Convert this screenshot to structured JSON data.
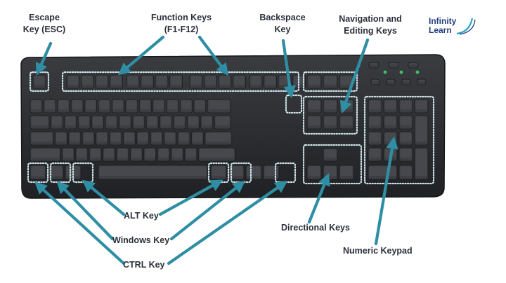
{
  "labels": {
    "escape": {
      "line1": "Escape",
      "line2": "Key (ESC)"
    },
    "function": {
      "line1": "Function Keys",
      "line2": "(F1-F12)"
    },
    "backspace": {
      "line1": "Backspace",
      "line2": "Key"
    },
    "navigation": {
      "line1": "Navigation and",
      "line2": "Editing Keys"
    },
    "alt": "ALT Key",
    "windows": "Windows Key",
    "ctrl": "CTRL Key",
    "directional": "Directional Keys",
    "numeric": "Numeric Keypad"
  },
  "logo": {
    "line1": "Infinity",
    "line2": "Learn"
  },
  "colors": {
    "keyboard_body": "#2b2d30",
    "key_face": "#3c3e42",
    "highlight_dots": "#cfe3ea",
    "arrow": "#2f8ea3",
    "label_text": "#2a2f3a",
    "logo_blue": "#1f3f7a",
    "logo_accent": "#2fa3c7"
  }
}
